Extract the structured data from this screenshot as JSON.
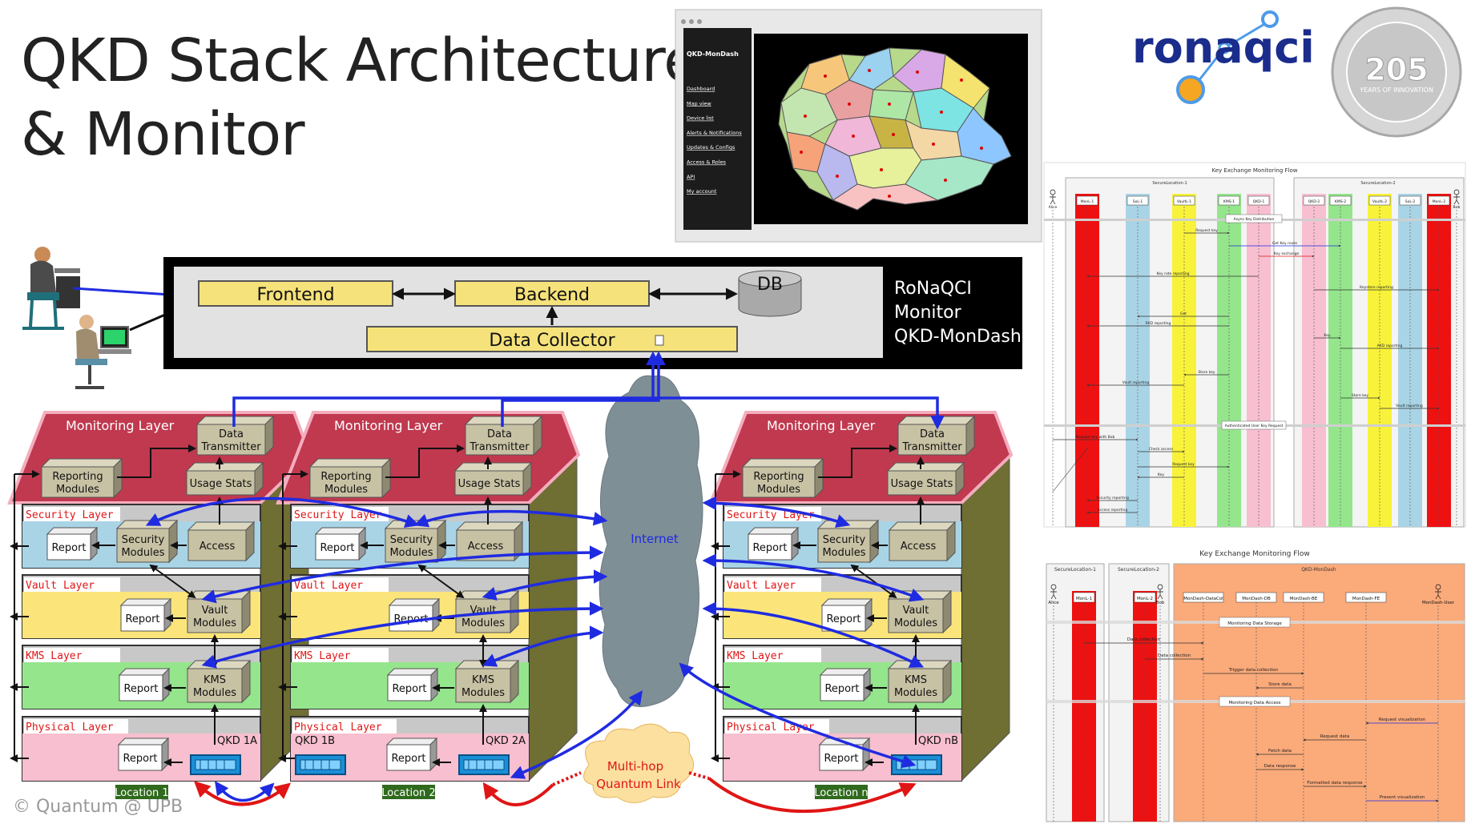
{
  "title": "QKD Stack Architecture\n& Monitor",
  "copyright": "© Quantum @ UPB",
  "logo": {
    "name": "ronaqci",
    "seal_number": "205",
    "seal_caption": "YEARS OF INNOVATION"
  },
  "dashboard": {
    "app_name": "QKD-MonDash",
    "menu": [
      "Dashboard",
      "Map view",
      "Device list",
      "Alerts & Notifications",
      "Updates & Configs",
      "Access & Roles",
      "API",
      "My account"
    ]
  },
  "monitor": {
    "frontend": "Frontend",
    "backend": "Backend",
    "db": "DB",
    "collector": "Data Collector",
    "caption": [
      "RoNaQCI",
      "Monitor",
      "QKD-MonDash"
    ]
  },
  "stack": {
    "monitoring_layer": "Monitoring Layer",
    "data_transmitter": [
      "Data",
      "Transmitter"
    ],
    "reporting": [
      "Reporting",
      "Modules"
    ],
    "usage_stats": "Usage Stats",
    "security_layer": "Security Layer",
    "vault_layer": "Vault Layer",
    "kms_layer": "KMS Layer",
    "physical_layer": "Physical Layer",
    "report": "Report",
    "security_modules": [
      "Security",
      "Modules"
    ],
    "access": "Access",
    "vault_modules": [
      "Vault",
      "Modules"
    ],
    "kms_modules": [
      "KMS",
      "Modules"
    ],
    "locations": [
      "Location 1",
      "Location 2",
      "Location n"
    ],
    "qkd_labels": [
      "QKD 1A",
      "QKD 1B",
      "QKD 2A",
      "QKD nB"
    ]
  },
  "cloud": {
    "internet": "Internet",
    "quantum_link": [
      "Multi-hop",
      "Quantum Link"
    ]
  },
  "seq1": {
    "title": "Key Exchange Monitoring Flow",
    "group_left": "SecureLocation-1",
    "group_right": "SecureLocation-2",
    "actor_left": "Alice",
    "actor_right": "Bob",
    "participants_left": [
      "MonL-1",
      "SoL-1",
      "VaultL-1",
      "KMS-1",
      "QKD-1"
    ],
    "participants_right": [
      "QKD-2",
      "KMS-2",
      "VaultL-2",
      "SoL-2",
      "MonL-2"
    ],
    "messages": [
      "Async Key Distribution",
      "Request key",
      "Get Key route",
      "Key exchange",
      "Key rate reporting",
      "Keystore reporting",
      "Get",
      "RKD reporting",
      "Key",
      "AKD reporting",
      "Store key",
      "Vault reporting",
      "Store key",
      "Vault reporting",
      "Authenticated User Key Request",
      "Request key with Bob",
      "Check access",
      "Request key",
      "Key",
      "Security reporting",
      "Access reporting"
    ]
  },
  "seq2": {
    "title": "Key Exchange Monitoring Flow",
    "group1": "SecureLocation-1",
    "group2": "SecureLocation-2",
    "group3": "QKD-MonDash",
    "actors": [
      "Alice",
      "Bob",
      "MonDash-User"
    ],
    "participants": [
      "MonL-1",
      "MonL-2",
      "MonDash-DataCol",
      "MonDash-DB",
      "MonDash-BE",
      "MonDash-FE"
    ],
    "notes": [
      "Monitoring Data Storage",
      "Monitoring Data Access"
    ],
    "messages": [
      "Data collection",
      "Data collection",
      "Trigger data collection",
      "Store data",
      "Request visualization",
      "Request data",
      "Fetch data",
      "Data response",
      "Formatted data response",
      "Present visualization"
    ]
  },
  "colors": {
    "security": "#a9d4e6",
    "vault": "#fbe57a",
    "kms": "#95e58c",
    "physical": "#f7bfcf",
    "monitoring": "#c0394f",
    "cube": "#c8c2a4",
    "arrow_blue": "#1f2be0",
    "arrow_red": "#e01515"
  }
}
